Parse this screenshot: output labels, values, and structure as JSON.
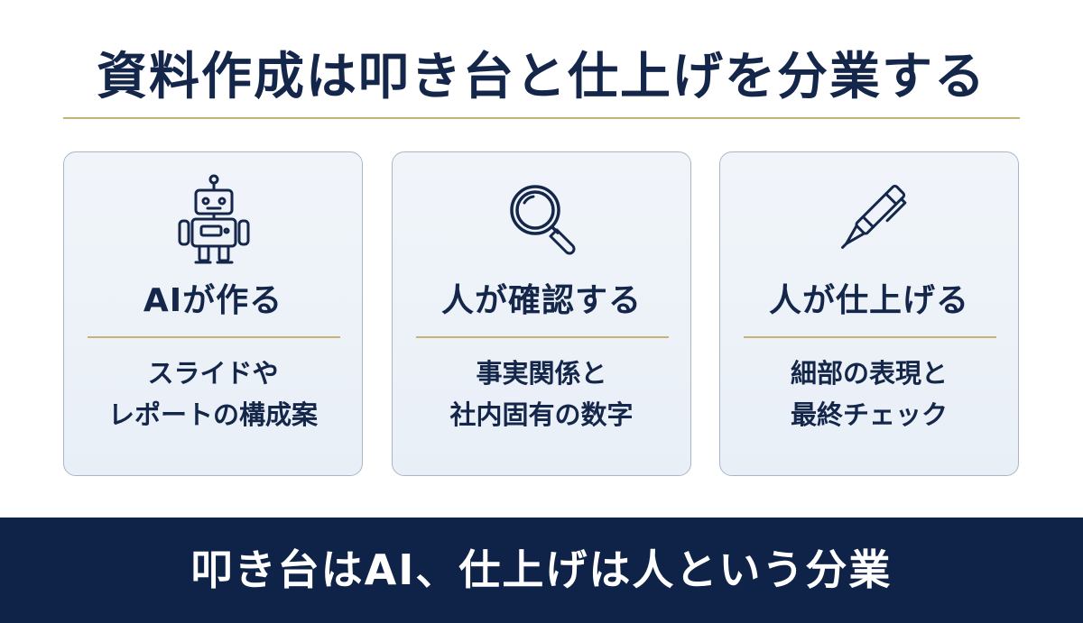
{
  "title": "資料作成は叩き台と仕上げを分業する",
  "cards": [
    {
      "icon": "robot-icon",
      "heading": "AIが作る",
      "lines": [
        "スライドや",
        "レポートの構成案"
      ]
    },
    {
      "icon": "magnifier-icon",
      "heading": "人が確認する",
      "lines": [
        "事実関係と",
        "社内固有の数字"
      ]
    },
    {
      "icon": "pen-icon",
      "heading": "人が仕上げる",
      "lines": [
        "細部の表現と",
        "最終チェック"
      ]
    }
  ],
  "banner": "叩き台はAI、仕上げは人という分業",
  "colors": {
    "navy": "#14264a",
    "banner": "#0e2347",
    "gold": "#c9b27a",
    "card_border": "#aab6c7",
    "card_fill": "#eef3f9"
  }
}
